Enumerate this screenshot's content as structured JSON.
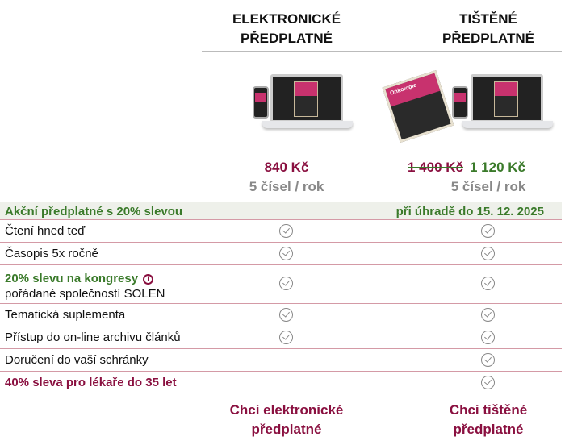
{
  "columns": [
    {
      "title_line1": "ELEKTRONICKÉ",
      "title_line2": "PŘEDPLATNÉ",
      "price": "840 Kč",
      "frequency": "5 čísel / rok",
      "cta_line1": "Chci elektronické",
      "cta_line2": "předplatné"
    },
    {
      "title_line1": "TIŠTĚNÉ",
      "title_line2": "PŘEDPLATNÉ",
      "old_price": "1 400 Kč",
      "price": "1 120 Kč",
      "frequency": "5 čísel / rok",
      "cta_line1": "Chci tištěné",
      "cta_line2": "předplatné"
    }
  ],
  "magazine_title": "Onkologie",
  "promo": {
    "left": "Akční předplatné s 20% slevou",
    "right": "při úhradě do 15. 12. 2025"
  },
  "features": [
    {
      "label": "Čtení hned teď",
      "electronic": true,
      "print": true
    },
    {
      "label": "Časopis 5x ročně",
      "electronic": true,
      "print": true
    },
    {
      "label_highlight": "20% slevu na kongresy",
      "label": "pořádané společností SOLEN",
      "electronic": true,
      "print": true
    },
    {
      "label": "Tematická suplementa",
      "electronic": true,
      "print": true
    },
    {
      "label": "Přístup do on-line archivu článků",
      "electronic": true,
      "print": true
    },
    {
      "label": "Doručení do vaší schránky",
      "electronic": false,
      "print": true
    },
    {
      "label": "40% sleva pro lékaře do 35 let",
      "electronic": false,
      "print": true
    }
  ],
  "colors": {
    "accent": "#8a1040",
    "green": "#3a7a2a",
    "band": "#eef0ea",
    "divider": "#d49aa6"
  }
}
